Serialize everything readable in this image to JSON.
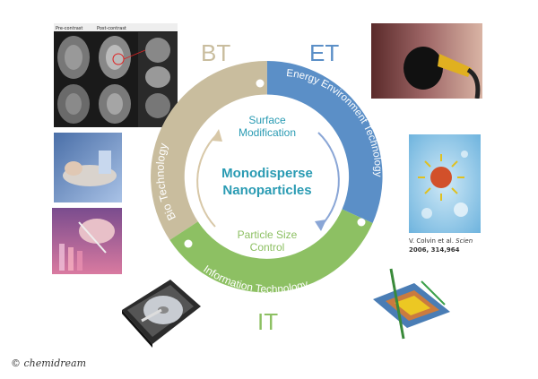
{
  "labels": {
    "bt": "BT",
    "et": "ET",
    "it": "IT"
  },
  "ring": {
    "bio": "Bio Technology",
    "energy": "Energy Environment Technology",
    "info": "Information Technology"
  },
  "center": {
    "surface_line1": "Surface",
    "surface_line2": "Modification",
    "mono_line1": "Monodisperse",
    "mono_line2": "Nanoparticles",
    "size_line1": "Particle Size",
    "size_line2": "Control"
  },
  "citation": {
    "line1": "V. Colvin et al.",
    "journal": "Scien",
    "line2": "2006, 314,964"
  },
  "watermark": "© chemidream",
  "mri_labels": {
    "pre": "Pre-contrast",
    "post": "Post-contrast"
  },
  "colors": {
    "bt": "#c9bd9e",
    "et": "#5b8fc7",
    "it": "#8dc063",
    "center_text": "#2a9bb3"
  }
}
